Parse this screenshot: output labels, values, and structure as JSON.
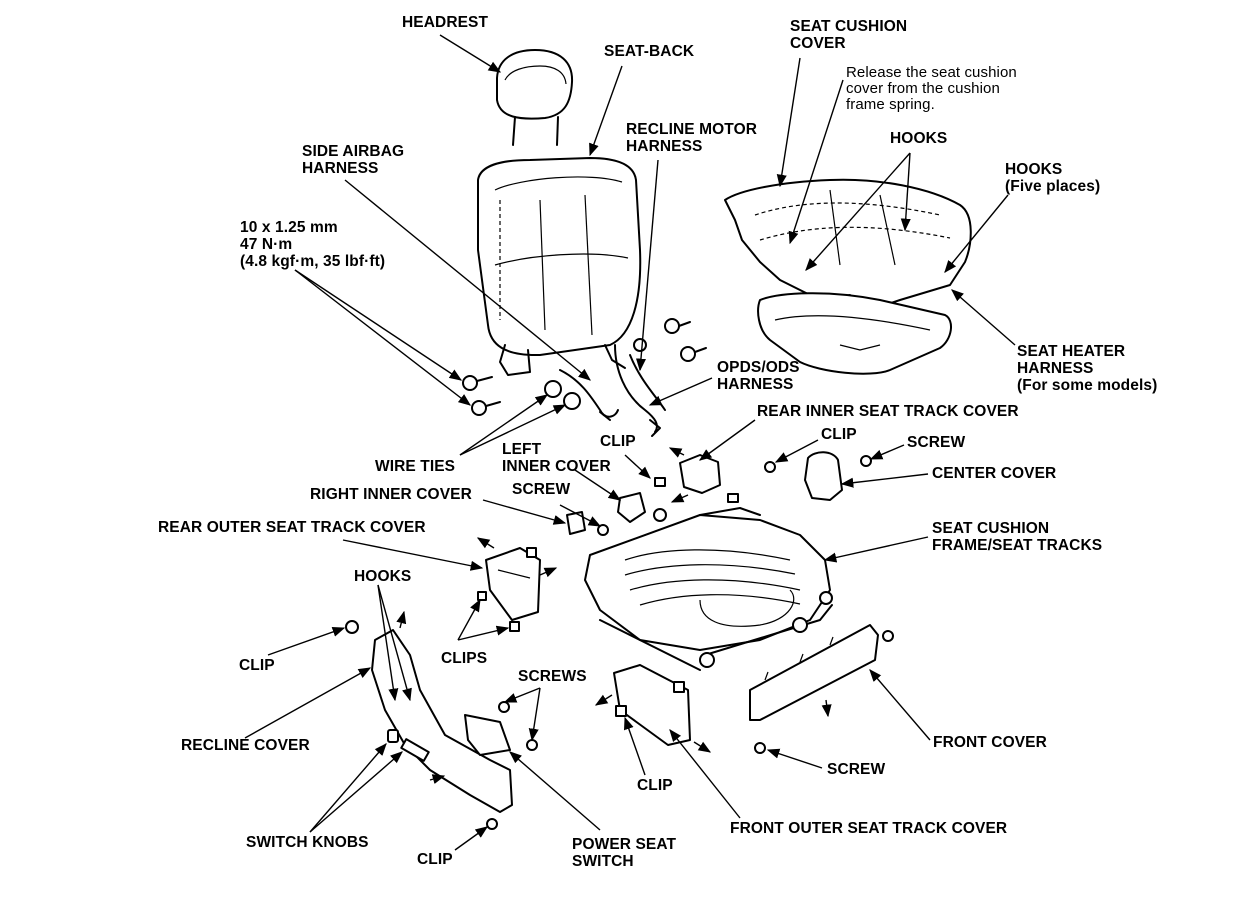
{
  "labels": {
    "headrest": "HEADREST",
    "seat_back": "SEAT-BACK",
    "seat_cushion_cover": "SEAT CUSHION\nCOVER",
    "release_note": "Release the seat cushion\ncover from the cushion\nframe spring.",
    "hooks_top": "HOOKS",
    "hooks_five": "HOOKS\n(Five places)",
    "side_airbag_harness": "SIDE AIRBAG\nHARNESS",
    "recline_motor_harness": "RECLINE MOTOR\nHARNESS",
    "torque_spec": "10 x 1.25 mm\n47 N·m\n(4.8 kgf·m, 35 lbf·ft)",
    "seat_heater_harness": "SEAT HEATER\nHARNESS\n(For some models)",
    "opds_ods_harness": "OPDS/ODS\nHARNESS",
    "rear_inner_track_cover": "REAR INNER SEAT TRACK COVER",
    "clip_upper_right": "CLIP",
    "screw_upper_right": "SCREW",
    "center_cover": "CENTER COVER",
    "clip_center": "CLIP",
    "left_inner_cover": "LEFT\nINNER COVER",
    "wire_ties": "WIRE TIES",
    "right_inner_cover": "RIGHT INNER COVER",
    "screw_center": "SCREW",
    "rear_outer_track_cover": "REAR OUTER SEAT TRACK COVER",
    "seat_cushion_frame": "SEAT CUSHION\nFRAME/SEAT TRACKS",
    "hooks_lower": "HOOKS",
    "clip_left": "CLIP",
    "clips": "CLIPS",
    "screws": "SCREWS",
    "recline_cover": "RECLINE COVER",
    "front_cover": "FRONT COVER",
    "screw_lower": "SCREW",
    "clip_lower_center": "CLIP",
    "switch_knobs": "SWITCH KNOBS",
    "clip_bottom": "CLIP",
    "power_seat_switch": "POWER SEAT\nSWITCH",
    "front_outer_track_cover": "FRONT OUTER SEAT TRACK COVER"
  }
}
